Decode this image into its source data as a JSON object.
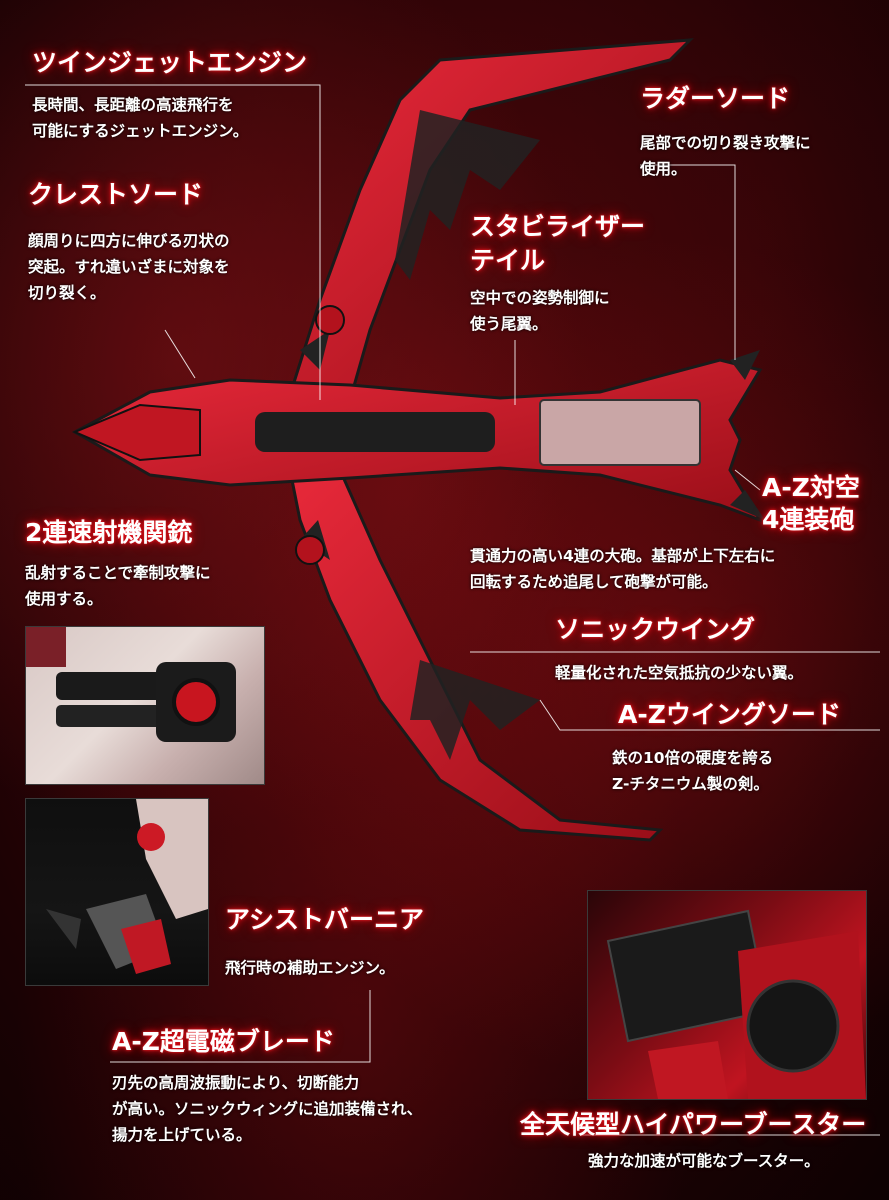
{
  "features": {
    "twin_jet": {
      "title": "ツインジェットエンジン",
      "desc": "長時間、長距離の高速飛行を\n可能にするジェットエンジン。"
    },
    "crest_sword": {
      "title": "クレストソード",
      "desc": "顔周りに四方に伸びる刃状の\n突起。すれ違いざまに対象を\n切り裂く。"
    },
    "rudder_sword": {
      "title": "ラダーソード",
      "desc": "尾部での切り裂き攻撃に\n使用。"
    },
    "stabilizer": {
      "title": "スタビライザー\nテイル",
      "desc": "空中での姿勢制御に\n使う尾翼。"
    },
    "az_cannon": {
      "title": "A-Z対空\n4連装砲",
      "desc": "貫通力の高い4連の大砲。基部が上下左右に\n回転するため追尾して砲撃が可能。"
    },
    "twin_gun": {
      "title": "2連速射機関銃",
      "desc": "乱射することで牽制攻撃に\n使用する。"
    },
    "sonic_wing": {
      "title": "ソニックウイング",
      "desc": "軽量化された空気抵抗の少ない翼。"
    },
    "az_wing_sword": {
      "title": "A-Zウイングソード",
      "desc": "鉄の10倍の硬度を誇る\nZ-チタニウム製の剣。"
    },
    "assist_vernier": {
      "title": "アシストバーニア",
      "desc": "飛行時の補助エンジン。"
    },
    "az_blade": {
      "title": "A-Z超電磁ブレード",
      "desc": "刃先の高周波振動により、切断能力\nが高い。ソニックウィングに追加装備され、\n揚力を上げている。"
    },
    "booster": {
      "title": "全天候型ハイパワーブースター",
      "desc": "強力な加速が可能なブースター。"
    }
  },
  "colors": {
    "accent": "#d4101c",
    "background": "#2a0406",
    "text": "#ffffff"
  }
}
